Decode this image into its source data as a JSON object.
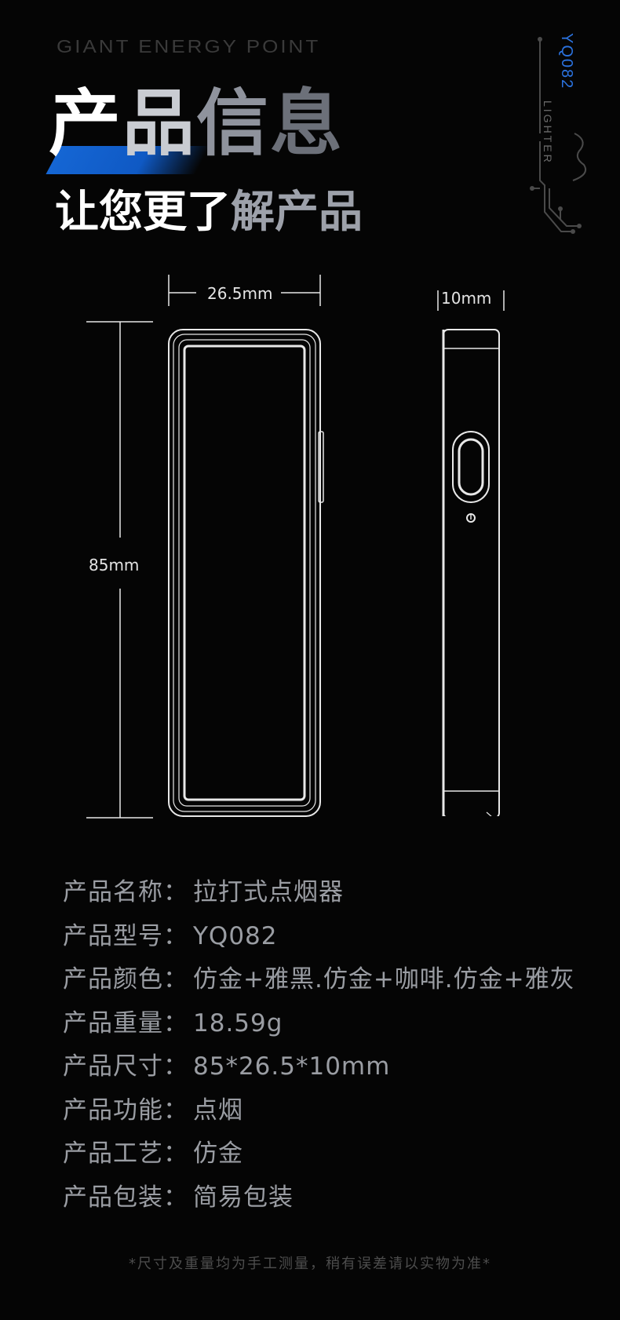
{
  "header": {
    "brand": "GIANT ENERGY POINT",
    "title": [
      "产",
      "品",
      "信",
      "息"
    ],
    "subtitle_white": "让您更了",
    "subtitle_grey": "解产品",
    "model_vertical": "YQ082",
    "lighter_vertical": "LIGHTER"
  },
  "dimensions": {
    "width": "26.5mm",
    "height": "85mm",
    "depth": "10mm"
  },
  "specs": [
    {
      "label": "产品名称",
      "sep": "：",
      "value": "拉打式点烟器"
    },
    {
      "label": "产品型号",
      "sep": "：",
      "value": "YQ082"
    },
    {
      "label": "产品颜色",
      "sep": "：",
      "value": "仿金+雅黑.仿金+咖啡.仿金+雅灰"
    },
    {
      "label": "产品重量",
      "sep": "：",
      "value": "18.59g"
    },
    {
      "label": "产品尺寸",
      "sep": "：",
      "value": "85*26.5*10mm"
    },
    {
      "label": "产品功能",
      "sep": "：",
      "value": "点烟"
    },
    {
      "label": "产品工艺",
      "sep": "：",
      "value": "仿金"
    },
    {
      "label": "产品包装",
      "sep": "：",
      "value": "简易包装"
    }
  ],
  "footnote": "*尺寸及重量均为手工测量，稍有误差请以实物为准*"
}
